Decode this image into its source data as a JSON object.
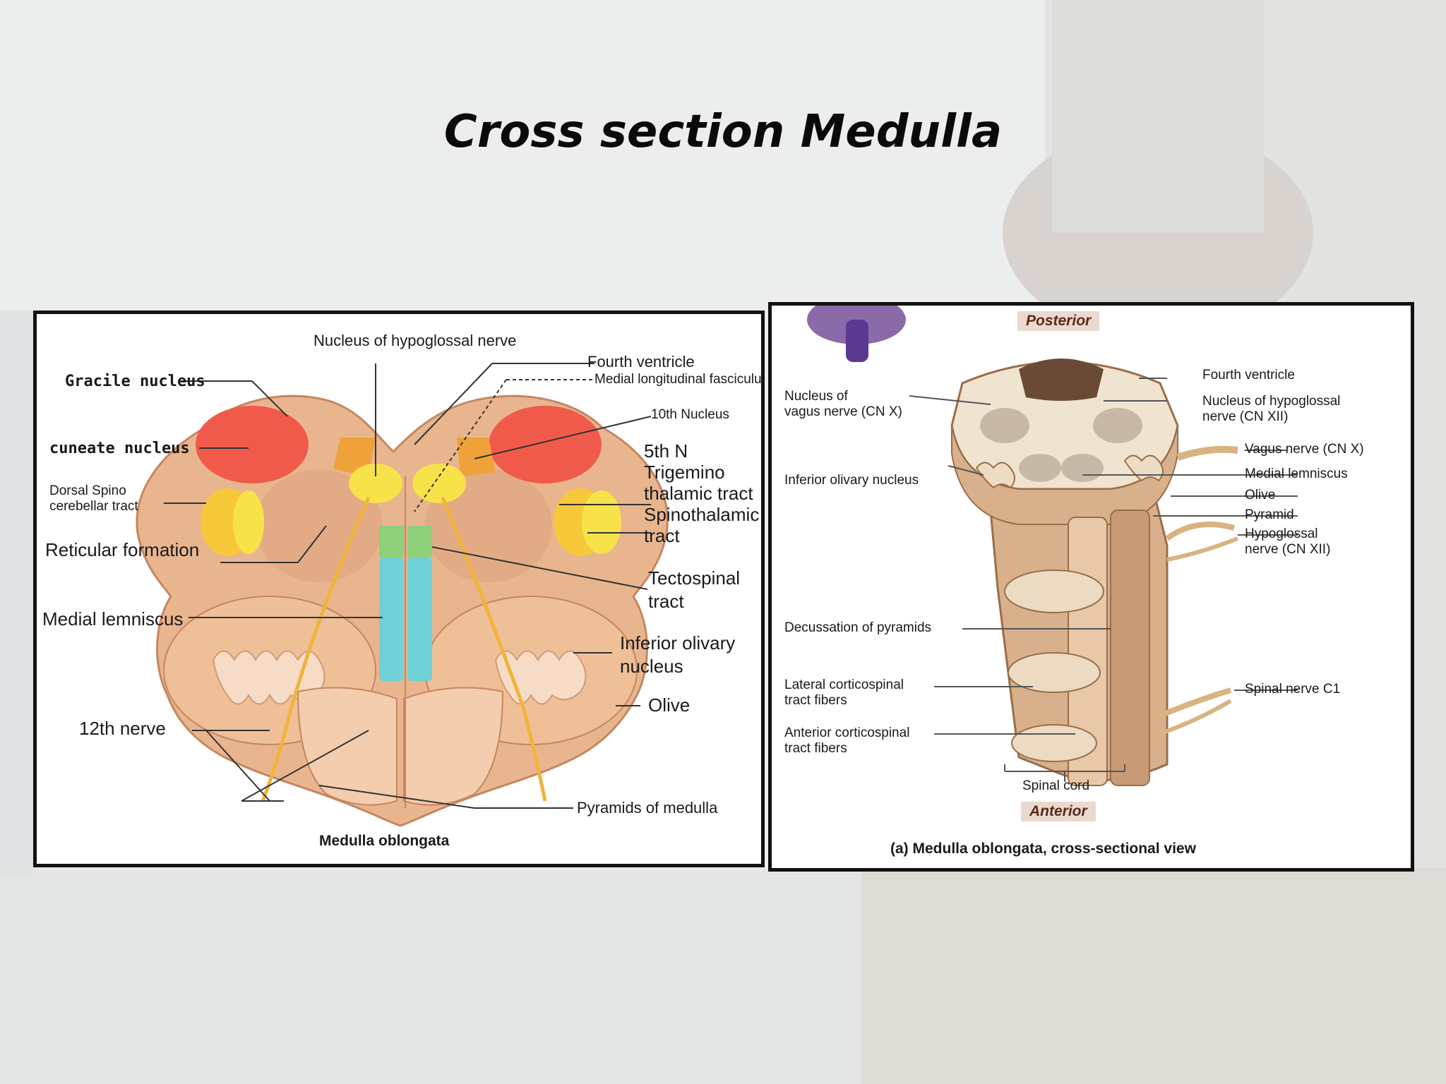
{
  "slide": {
    "title": "Cross section Medulla"
  },
  "left_diagram": {
    "caption": "Medulla oblongata",
    "labels": {
      "nucleus_hypoglossal": "Nucleus of hypoglossal nerve",
      "fourth_ventricle": "Fourth ventricle",
      "medial_longitudinal": "Medial longitudinal fasciculus",
      "gracile": "Gracile nucleus",
      "cuneate": "cuneate nucleus",
      "tenth_nucleus": "10th Nucleus",
      "fifth_n": "5th N",
      "trigemino": "Trigemino",
      "thalamic": "thalamic tract",
      "spinothalamic": "Spinothalamic",
      "spinothalamic_tract": "tract",
      "dorsal_spino": "Dorsal Spino",
      "cerebellar": "cerebellar tract",
      "reticular": "Reticular formation",
      "tectospinal": "Tectospinal",
      "tectospinal_tract": "tract",
      "medial_lemniscus": "Medial lemniscus",
      "inferior_olivary": "Inferior olivary",
      "inferior_olivary_2": "nucleus",
      "olive": "Olive",
      "twelfth_nerve": "12th nerve",
      "pyramids": "Pyramids of medulla"
    }
  },
  "right_diagram": {
    "caption": "(a) Medulla oblongata, cross-sectional view",
    "posterior": "Posterior",
    "anterior": "Anterior",
    "labels": {
      "nucleus_vagus_1": "Nucleus of",
      "nucleus_vagus_2": "vagus nerve (CN X)",
      "fourth_ventricle": "Fourth ventricle",
      "nucleus_hypo_1": "Nucleus of hypoglossal",
      "nucleus_hypo_2": "nerve (CN XII)",
      "vagus_nerve": "Vagus nerve (CN X)",
      "inferior_olivary": "Inferior olivary nucleus",
      "medial_lemniscus": "Medial lemniscus",
      "olive": "Olive",
      "pyramid": "Pyramid",
      "hypoglossal_1": "Hypoglossal",
      "hypoglossal_2": "nerve (CN XII)",
      "decussation": "Decussation of pyramids",
      "lateral_cs_1": "Lateral corticospinal",
      "lateral_cs_2": "tract fibers",
      "spinal_c1": "Spinal nerve C1",
      "anterior_cs_1": "Anterior corticospinal",
      "anterior_cs_2": "tract fibers",
      "spinal_cord": "Spinal cord"
    }
  },
  "colors": {
    "tissue": "#e8b48e",
    "gracile": "#f05a4a",
    "cuneate": "#f7c83a",
    "hypoglossal_nucleus": "#f8e24a",
    "mlf_green": "#8fd07a",
    "medial_lemniscus_cyan": "#6fd0d6",
    "nerve": "#f0b43a"
  }
}
